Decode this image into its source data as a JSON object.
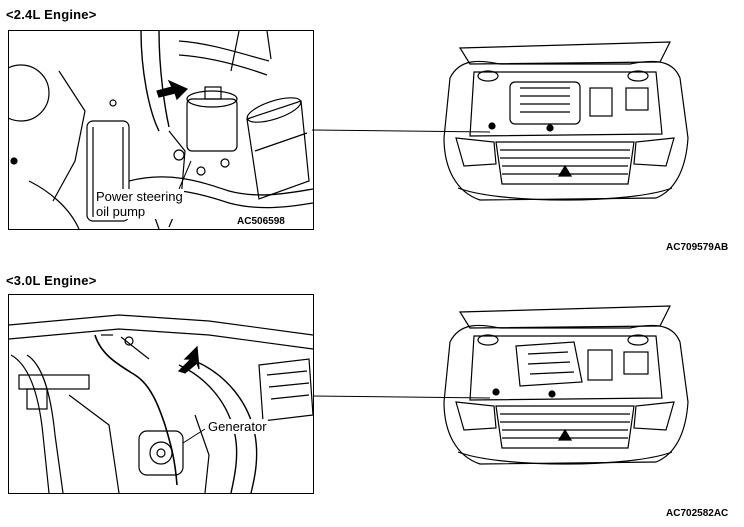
{
  "sections": [
    {
      "heading": "<2.4L Engine>",
      "callout_line1": "Power steering",
      "callout_line2": "oil pump",
      "detail_code": "AC506598",
      "figure_code": "AC709579AB"
    },
    {
      "heading": "<3.0L Engine>",
      "callout_line1": "Generator",
      "figure_code": "AC702582AC"
    }
  ],
  "colors": {
    "ink": "#000000",
    "paper": "#ffffff"
  },
  "icons": [
    "arrow-pointer-icon",
    "arrow-pointer-icon"
  ]
}
